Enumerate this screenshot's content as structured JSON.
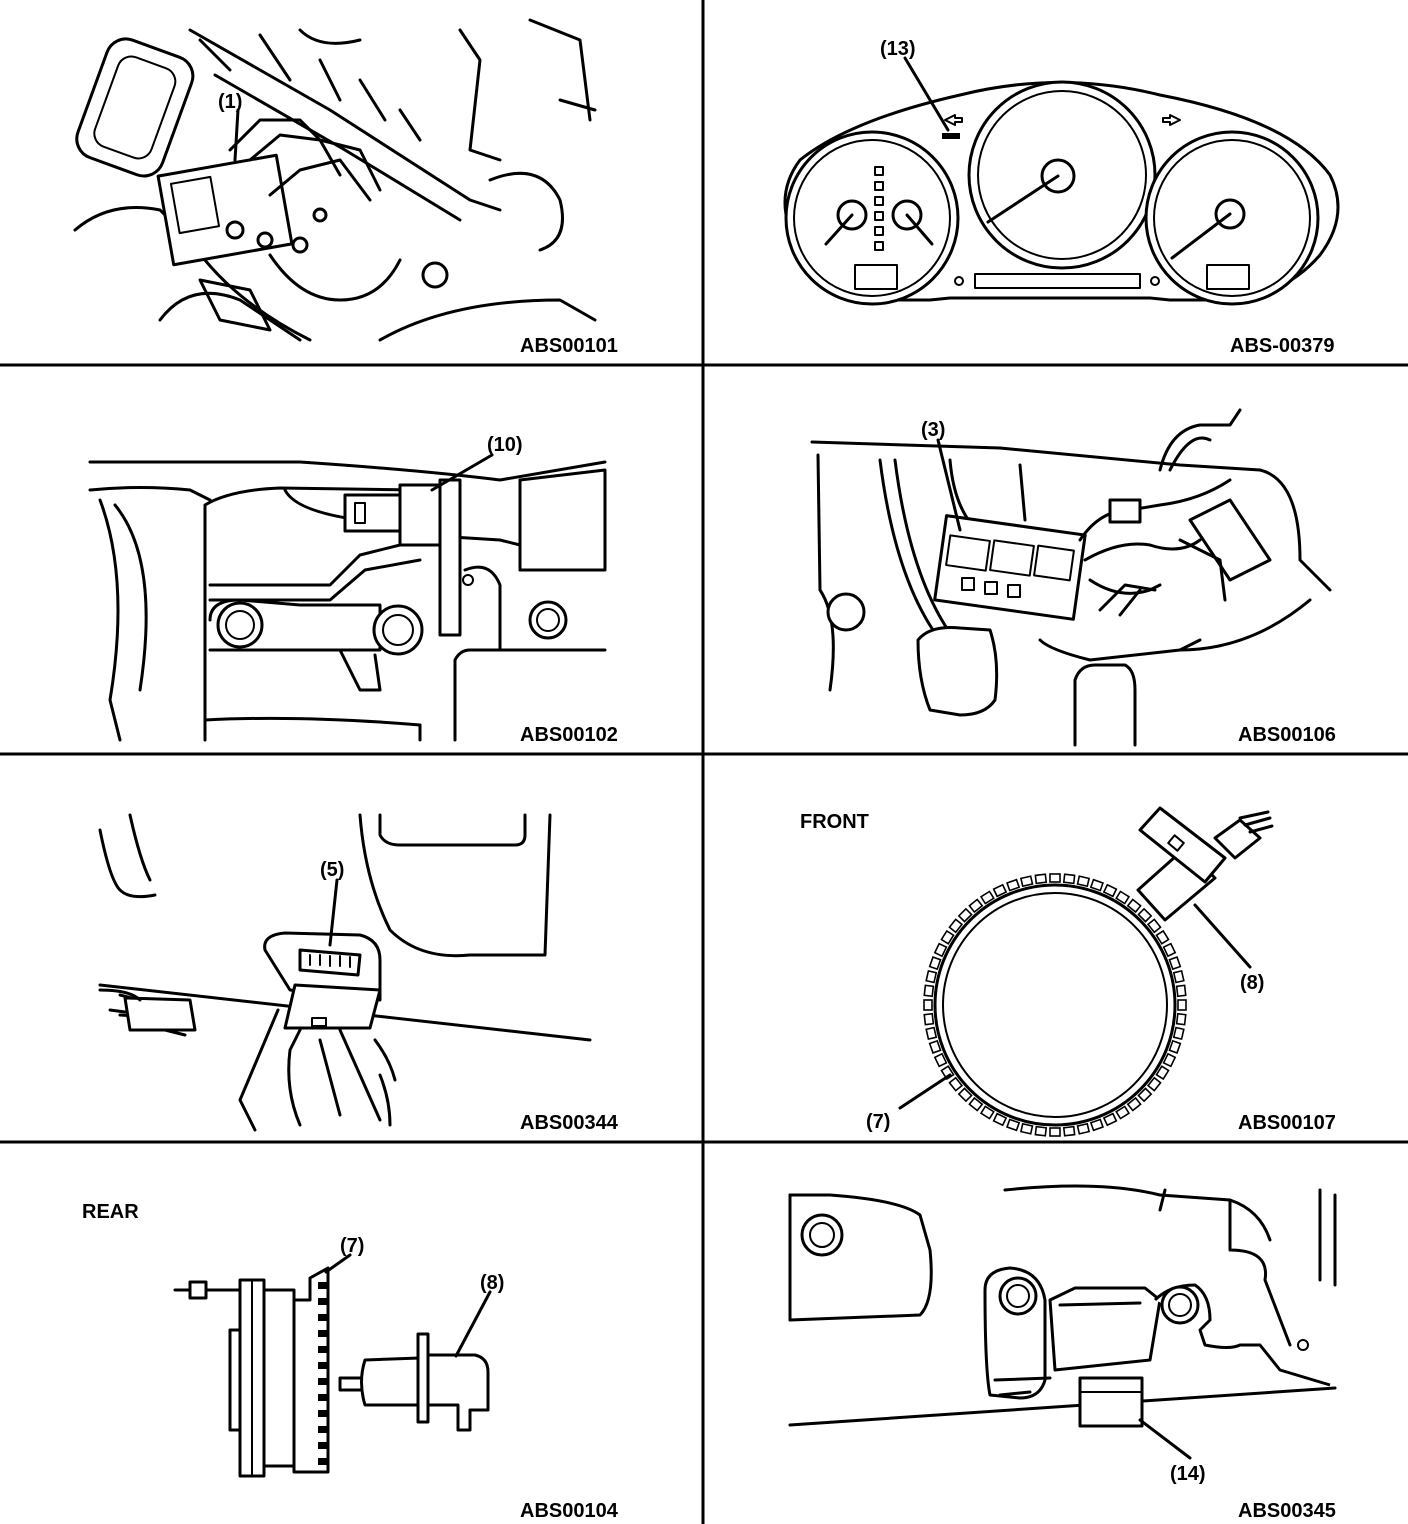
{
  "panels": [
    {
      "code": "ABS00101",
      "labels": [
        "(1)"
      ]
    },
    {
      "code": "ABS-00379",
      "labels": [
        "(13)"
      ]
    },
    {
      "code": "ABS00102",
      "labels": [
        "(10)"
      ]
    },
    {
      "code": "ABS00106",
      "labels": [
        "(3)"
      ]
    },
    {
      "code": "ABS00344",
      "labels": [
        "(5)"
      ]
    },
    {
      "code": "ABS00107",
      "title": "FRONT",
      "labels": [
        "(8)",
        "(7)"
      ]
    },
    {
      "code": "ABS00104",
      "title": "REAR",
      "labels": [
        "(7)",
        "(8)"
      ]
    },
    {
      "code": "ABS00345",
      "labels": [
        "(14)"
      ]
    }
  ]
}
